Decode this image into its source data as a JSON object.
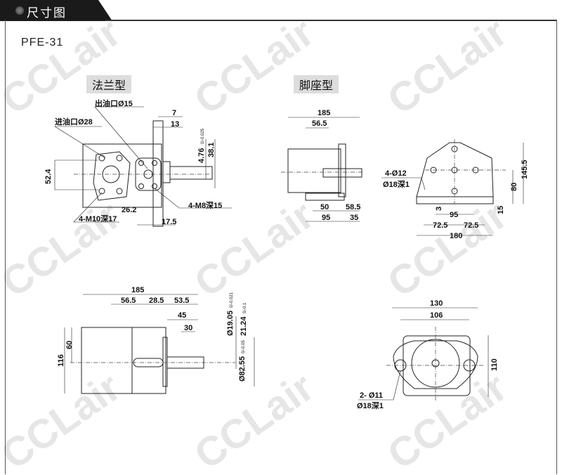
{
  "header": {
    "title": "尺寸图"
  },
  "model": "PFE-31",
  "watermark": "CCLair",
  "flange_view": {
    "label": "法兰型",
    "outlet": "出油口Ø15",
    "inlet": "进油口Ø28",
    "dims": {
      "a": "7",
      "b": "13",
      "key": "4.76",
      "keytol": "0/-0.025",
      "shaft_h": "38.1",
      "port_h": "52.4",
      "port_off": "26.2",
      "outlet_thread": "4-M8深15",
      "inlet_thread": "4-M10深17",
      "outlet_off": "17.5"
    }
  },
  "foot_side_view": {
    "label": "脚座型",
    "dims": {
      "len": "185",
      "port": "56.5",
      "foot_a": "50",
      "foot_b": "58.5",
      "foot_c": "95",
      "foot_d": "35"
    }
  },
  "foot_front_view": {
    "holes": "4-Ø12",
    "counterbore": "Ø18深1",
    "dims": {
      "h": "145.5",
      "ch": "80",
      "t": "3",
      "f": "15",
      "span": "95",
      "half_l": "72.5",
      "half_r": "72.5",
      "w": "180"
    }
  },
  "side_view": {
    "dims": {
      "len": "185",
      "a": "56.5",
      "b": "28.5",
      "c": "53.5",
      "shaft": "45",
      "key": "30",
      "shaft_d": "Ø19.05",
      "shaft_tol": "0/-0.021",
      "key_h": "21.24",
      "key_tol": "0/-0.1",
      "pilot": "Ø82.55",
      "pilot_tol": "0/-0.05",
      "half": "60",
      "h": "116"
    }
  },
  "front_view": {
    "dims": {
      "w": "130",
      "bolt": "106",
      "h": "110"
    },
    "holes": "2- Ø11",
    "counterbore": "Ø18深1"
  }
}
